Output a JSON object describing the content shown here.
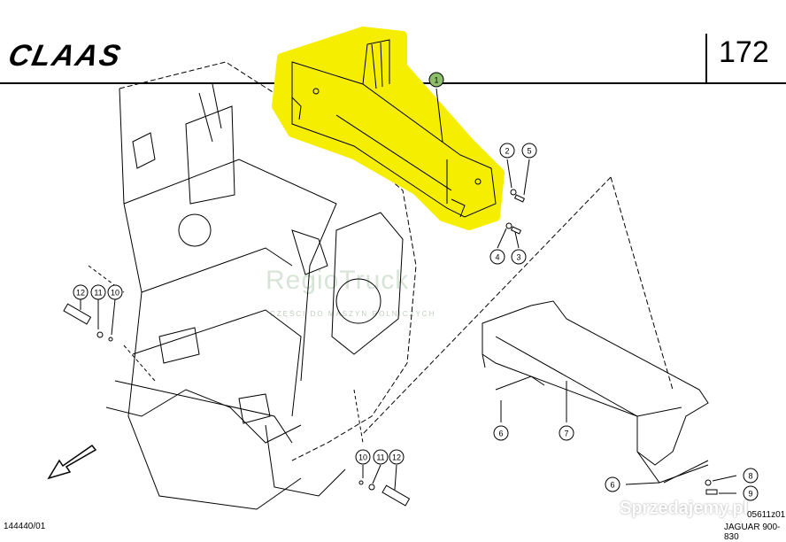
{
  "header": {
    "brand": "CLAAS",
    "page_number": "172"
  },
  "footer": {
    "drawing_id": "144440/01",
    "ref_code": "05611z01",
    "model": "JAGUAR 900-830"
  },
  "watermarks": {
    "main": "RegioTruck",
    "sub": "CZĘŚCI DO MASZYN ROLNICZYCH",
    "site": "Sprzedajemy.pl"
  },
  "callouts": [
    "1",
    "2",
    "5",
    "4",
    "3",
    "12",
    "11",
    "10",
    "6",
    "7",
    "8",
    "9",
    "10",
    "11",
    "12",
    "6"
  ],
  "colors": {
    "highlight": "#f6ee00",
    "callout_green": "#8dbf6a",
    "ink": "#000000"
  }
}
